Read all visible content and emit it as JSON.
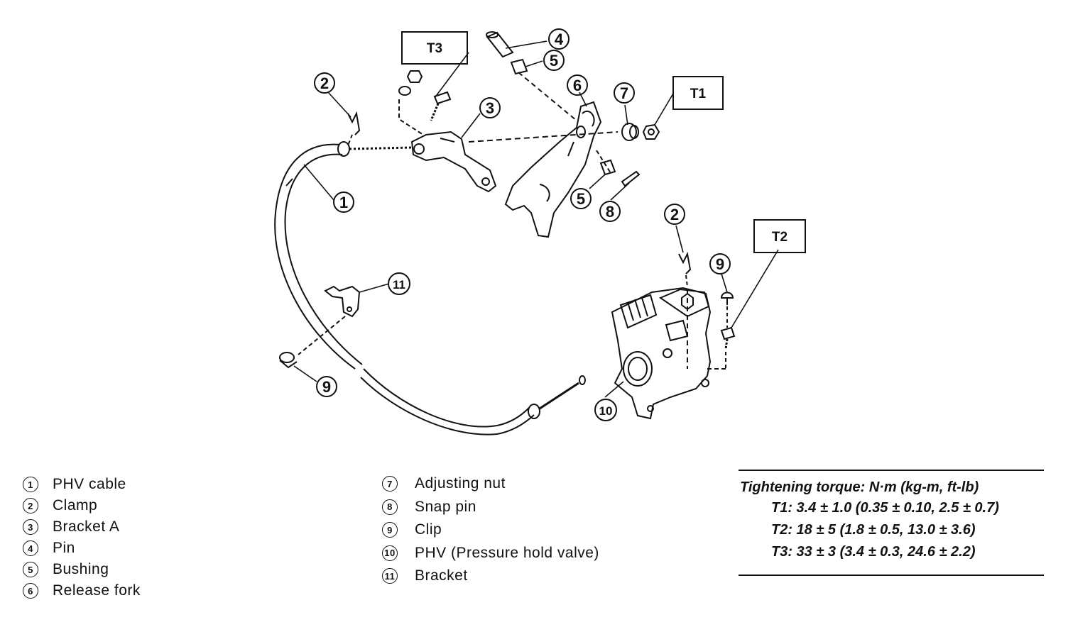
{
  "callouts": [
    "1",
    "2",
    "3",
    "4",
    "5",
    "5",
    "6",
    "7",
    "8",
    "9",
    "9",
    "10",
    "11",
    "2"
  ],
  "torque_labels": {
    "t1": "T1",
    "t2": "T2",
    "t3": "T3"
  },
  "legend": [
    {
      "num": "1",
      "label": "PHV cable"
    },
    {
      "num": "2",
      "label": "Clamp"
    },
    {
      "num": "3",
      "label": "Bracket A"
    },
    {
      "num": "4",
      "label": "Pin"
    },
    {
      "num": "5",
      "label": "Bushing"
    },
    {
      "num": "6",
      "label": "Release fork"
    },
    {
      "num": "7",
      "label": "Adjusting nut"
    },
    {
      "num": "8",
      "label": "Snap pin"
    },
    {
      "num": "9",
      "label": "Clip"
    },
    {
      "num": "10",
      "label": "PHV (Pressure hold valve)"
    },
    {
      "num": "11",
      "label": "Bracket"
    }
  ],
  "torque": {
    "title": "Tightening torque: N·m (kg-m, ft-lb)",
    "t1": "T1: 3.4 ± 1.0 (0.35 ± 0.10, 2.5 ± 0.7)",
    "t2": "T2: 18 ± 5 (1.8 ± 0.5, 13.0 ± 3.6)",
    "t3": "T3: 33 ± 3 (3.4 ± 0.3, 24.6 ± 2.2)"
  }
}
